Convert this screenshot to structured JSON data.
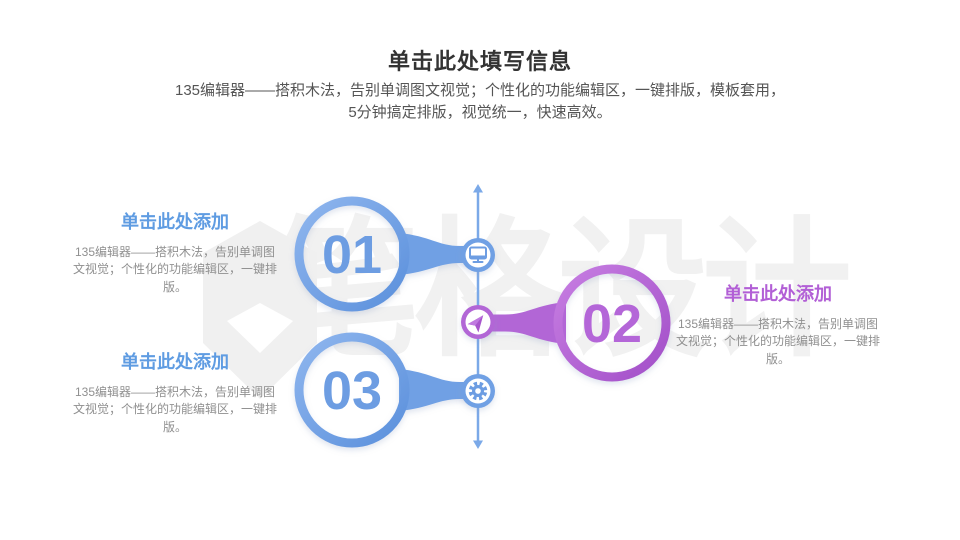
{
  "page": {
    "background": "#ffffff",
    "watermark_text": "笔格设计"
  },
  "header": {
    "title": "单击此处填写信息",
    "subtitle_line1": "135编辑器——搭积木法，告别单调图文视觉；个性化的功能编辑区，一键排版，模板套用，",
    "subtitle_line2": "5分钟搞定排版，视觉统一，快速高效。"
  },
  "colors": {
    "blue_accent": "#6d9de2",
    "blue_heading": "#5f9ce2",
    "purple_accent": "#b466d8",
    "purple_heading": "#b25fd6",
    "timeline_blue": "#7ba9e8",
    "title_text": "#333333",
    "subtitle_text": "#555555",
    "body_text": "#909090"
  },
  "steps": [
    {
      "number": "01",
      "heading": "单击此处添加",
      "body": "135编辑器——搭积木法，告别单调图文视觉；个性化的功能编辑区，一键排版。",
      "icon": "monitor-icon",
      "accent": "#6d9de2"
    },
    {
      "number": "02",
      "heading": "单击此处添加",
      "body": "135编辑器——搭积木法，告别单调图文视觉；个性化的功能编辑区，一键排版。",
      "icon": "navigation-icon",
      "accent": "#b466d8"
    },
    {
      "number": "03",
      "heading": "单击此处添加",
      "body": "135编辑器——搭积木法，告别单调图文视觉；个性化的功能编辑区，一键排版。",
      "icon": "gear-icon",
      "accent": "#6d9de2"
    }
  ]
}
